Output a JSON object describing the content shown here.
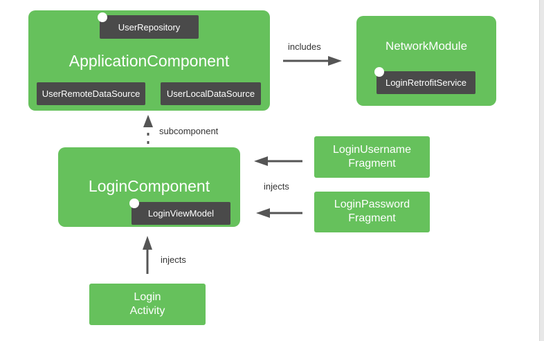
{
  "application_component": {
    "title": "ApplicationComponent",
    "chips": [
      "UserRepository",
      "UserRemoteDataSource",
      "UserLocalDataSource"
    ]
  },
  "network_module": {
    "title": "NetworkModule",
    "chip": "LoginRetrofitService"
  },
  "login_component": {
    "title": "LoginComponent",
    "chip": "LoginViewModel"
  },
  "login_username_fragment": {
    "line1": "LoginUsername",
    "line2": "Fragment"
  },
  "login_password_fragment": {
    "line1": "LoginPassword",
    "line2": "Fragment"
  },
  "login_activity": {
    "line1": "Login",
    "line2": "Activity"
  },
  "edges": {
    "includes": "includes",
    "subcomponent": "subcomponent",
    "injects_fragments": "injects",
    "injects_activity": "injects"
  },
  "colors": {
    "node_fill": "#66c15c",
    "chip_fill": "#4a4a4a",
    "arrow": "#555555"
  }
}
